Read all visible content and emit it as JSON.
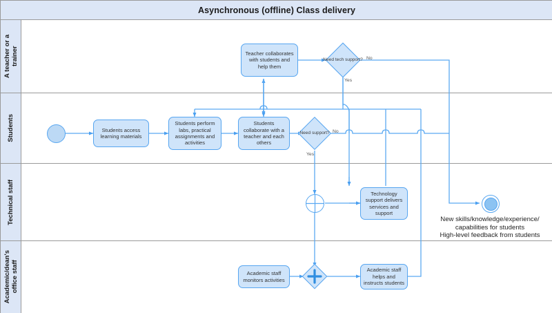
{
  "pool": {
    "title": "Asynchronous (offline) Class delivery"
  },
  "lanes": [
    {
      "id": "teacher",
      "label": "A teacher or a\ntrainer"
    },
    {
      "id": "students",
      "label": "Students"
    },
    {
      "id": "tech",
      "label": "Technical staff"
    },
    {
      "id": "academic",
      "label": "Academic/dean's\noffice staff"
    }
  ],
  "tasks": [
    {
      "id": "teacher-collaborates",
      "label": "Teacher collaborates with students and help them"
    },
    {
      "id": "students-access",
      "label": "Students access learning materials"
    },
    {
      "id": "students-perform",
      "label": "Students perform labs, practical assignments and activities"
    },
    {
      "id": "students-collaborate",
      "label": "Students collaborate with a teacher and each others"
    },
    {
      "id": "tech-support-delivers",
      "label": "Technology support delivers services and support"
    },
    {
      "id": "academic-monitors",
      "label": "Academic staff monitors activities"
    },
    {
      "id": "academic-helps",
      "label": "Academic staff helps and instructs students"
    }
  ],
  "gateways": [
    {
      "id": "need-tech-support",
      "label": "Need tech support?",
      "type": "exclusive"
    },
    {
      "id": "need-support",
      "label": "Need support?",
      "type": "exclusive"
    },
    {
      "id": "parallel-join",
      "label": "+",
      "type": "parallel"
    }
  ],
  "events": [
    {
      "id": "start",
      "type": "start"
    },
    {
      "id": "merge",
      "type": "intermediate"
    },
    {
      "id": "end",
      "type": "end"
    }
  ],
  "edge_labels": {
    "tech_no": "No",
    "tech_yes": "Yes",
    "support_no": "No",
    "support_yes": "Yes"
  },
  "annotations": {
    "outcome": "New skills/knowledge/experience/\ncapabilities for students\nHigh-level feedback from students"
  },
  "colors": {
    "lane_header_bg": "#dce6f6",
    "pool_border": "#9a9a9a",
    "shape_fill": "#cfe4fa",
    "shape_stroke": "#56a5f0",
    "connector": "#5aa9f2",
    "text": "#333333"
  }
}
